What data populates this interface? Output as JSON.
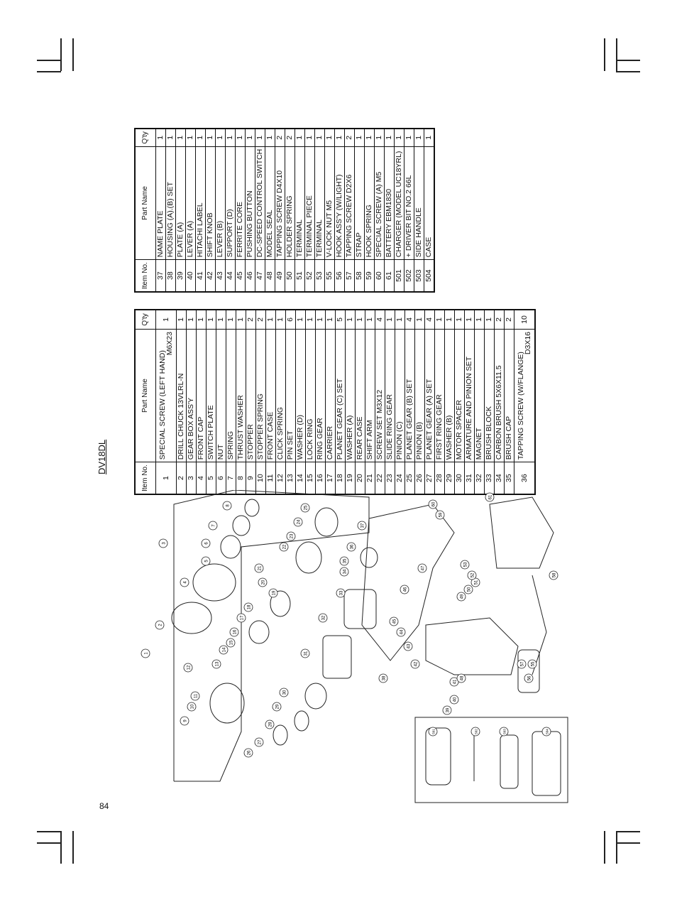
{
  "page_number": "84",
  "model": "DV18DL",
  "table_headers": {
    "item_no": "Item No.",
    "part_name": "Part Name",
    "qty": "Q'ty"
  },
  "table_a": [
    {
      "no": "1",
      "name": "SPECIAL SCREW (LEFT HAND)",
      "name2": "M6X23",
      "qty": "1"
    },
    {
      "no": "2",
      "name": "DRILL CHUCK 13VLRL-N",
      "qty": "1"
    },
    {
      "no": "3",
      "name": "GEAR BOX ASS'Y",
      "qty": "1"
    },
    {
      "no": "4",
      "name": "FRONT CAP",
      "qty": "1"
    },
    {
      "no": "5",
      "name": "SWITCH PLATE",
      "qty": "1"
    },
    {
      "no": "6",
      "name": "NUT",
      "qty": "1"
    },
    {
      "no": "7",
      "name": "SPRING",
      "qty": "1"
    },
    {
      "no": "8",
      "name": "THRUST WASHER",
      "qty": "1"
    },
    {
      "no": "9",
      "name": "STOPPER",
      "qty": "2"
    },
    {
      "no": "10",
      "name": "STOPPER SPRING",
      "qty": "2"
    },
    {
      "no": "11",
      "name": "FRONT CASE",
      "qty": "1"
    },
    {
      "no": "12",
      "name": "CLICK SPRING",
      "qty": "1"
    },
    {
      "no": "13",
      "name": "PIN SET",
      "qty": "6"
    },
    {
      "no": "14",
      "name": "WASHER (D)",
      "qty": "1"
    },
    {
      "no": "15",
      "name": "LOCK RING",
      "qty": "1"
    },
    {
      "no": "16",
      "name": "RING GEAR",
      "qty": "1"
    },
    {
      "no": "17",
      "name": "CARRIER",
      "qty": "1"
    },
    {
      "no": "18",
      "name": "PLANET GEAR (C) SET",
      "qty": "5"
    },
    {
      "no": "19",
      "name": "WASHER (A)",
      "qty": "1"
    },
    {
      "no": "20",
      "name": "REAR CASE",
      "qty": "1"
    },
    {
      "no": "21",
      "name": "SHIFT ARM",
      "qty": "1"
    },
    {
      "no": "22",
      "name": "SCREW SET M3X12",
      "qty": "4"
    },
    {
      "no": "23",
      "name": "SLIDE RING GEAR",
      "qty": "1"
    },
    {
      "no": "24",
      "name": "PINION (C)",
      "qty": "1"
    },
    {
      "no": "25",
      "name": "PLANET GEAR (B) SET",
      "qty": "4"
    },
    {
      "no": "26",
      "name": "PINION (B)",
      "qty": "1"
    },
    {
      "no": "27",
      "name": "PLANET GEAR (A) SET",
      "qty": "4"
    },
    {
      "no": "28",
      "name": "FIRST RING GEAR",
      "qty": "1"
    },
    {
      "no": "29",
      "name": "WASHER (B)",
      "qty": "1"
    },
    {
      "no": "30",
      "name": "MOTOR SPACER",
      "qty": "1"
    },
    {
      "no": "31",
      "name": "ARMATURE AND PINION SET",
      "qty": "1"
    },
    {
      "no": "32",
      "name": "MAGNET",
      "qty": "1"
    },
    {
      "no": "33",
      "name": "BRUSH BLOCK",
      "qty": "1"
    },
    {
      "no": "34",
      "name": "CARBON BRUSH 5X6X11.5",
      "qty": "2"
    },
    {
      "no": "35",
      "name": "BRUSH CAP",
      "qty": "2"
    },
    {
      "no": "36",
      "name": "TAPPING SCREW (W/FLANGE)",
      "name2": "D3X16",
      "qty": "10"
    }
  ],
  "table_b": [
    {
      "no": "37",
      "name": "NAME PLATE",
      "qty": "1"
    },
    {
      "no": "38",
      "name": "HOUSING (A).(B) SET",
      "qty": "1"
    },
    {
      "no": "39",
      "name": "PLATE (A)",
      "qty": "1"
    },
    {
      "no": "40",
      "name": "LEVER (A)",
      "qty": "1"
    },
    {
      "no": "41",
      "name": "HITACHI LABEL",
      "qty": "1"
    },
    {
      "no": "42",
      "name": "SHIFT KNOB",
      "qty": "1"
    },
    {
      "no": "43",
      "name": "LEVER (B)",
      "qty": "1"
    },
    {
      "no": "44",
      "name": "SUPPORT (D)",
      "qty": "1"
    },
    {
      "no": "45",
      "name": "FERRITE CORE",
      "qty": "1"
    },
    {
      "no": "46",
      "name": "PUSHING BUTTON",
      "qty": "1"
    },
    {
      "no": "47",
      "name": "DC-SPEED CONTROL SWITCH",
      "qty": "1"
    },
    {
      "no": "48",
      "name": "MODEL SEAL",
      "qty": "1"
    },
    {
      "no": "49",
      "name": "TAPPING SCREW D4X10",
      "qty": "2"
    },
    {
      "no": "50",
      "name": "HOLDER SPRING",
      "qty": "2"
    },
    {
      "no": "51",
      "name": "TERMINAL",
      "qty": "1"
    },
    {
      "no": "52",
      "name": "TERMINAL PIECE",
      "qty": "1"
    },
    {
      "no": "53",
      "name": "TERMINAL",
      "qty": "1"
    },
    {
      "no": "55",
      "name": "V-LOCK NUT M5",
      "qty": "1"
    },
    {
      "no": "56",
      "name": "HOOK ASS'Y (W/LIGHT)",
      "qty": "1"
    },
    {
      "no": "57",
      "name": "TAPPING SCREW D2X6",
      "qty": "2"
    },
    {
      "no": "58",
      "name": "STRAP",
      "qty": "1"
    },
    {
      "no": "59",
      "name": "HOOK SPRING",
      "qty": "1"
    },
    {
      "no": "60",
      "name": "SPECIAL SCREW (A) M5",
      "qty": "1"
    },
    {
      "no": "61",
      "name": "BATTERY EBM1830",
      "qty": "1"
    },
    {
      "no": "501",
      "name": "CHARGER (MODEL UC18YRL)",
      "qty": "1"
    },
    {
      "no": "502",
      "name": "+ DRIVER BIT NO.2 66L",
      "qty": "1"
    },
    {
      "no": "503",
      "name": "SIDE HANDLE",
      "qty": "1"
    },
    {
      "no": "504",
      "name": "CASE",
      "qty": "1"
    }
  ],
  "diagram_callouts": [
    "1",
    "2",
    "3",
    "4",
    "5",
    "6",
    "7",
    "8",
    "9",
    "10",
    "11",
    "12",
    "13",
    "14",
    "15",
    "16",
    "17",
    "18",
    "19",
    "20",
    "21",
    "22",
    "23",
    "24",
    "25",
    "26",
    "27",
    "28",
    "29",
    "30",
    "31",
    "32",
    "33",
    "34",
    "35",
    "36",
    "37",
    "38",
    "39",
    "40",
    "41",
    "42",
    "43",
    "44",
    "45",
    "46",
    "47",
    "48",
    "49",
    "50",
    "51",
    "52",
    "53",
    "55",
    "56",
    "57",
    "58",
    "59",
    "60",
    "61",
    "501",
    "502",
    "503",
    "504"
  ]
}
